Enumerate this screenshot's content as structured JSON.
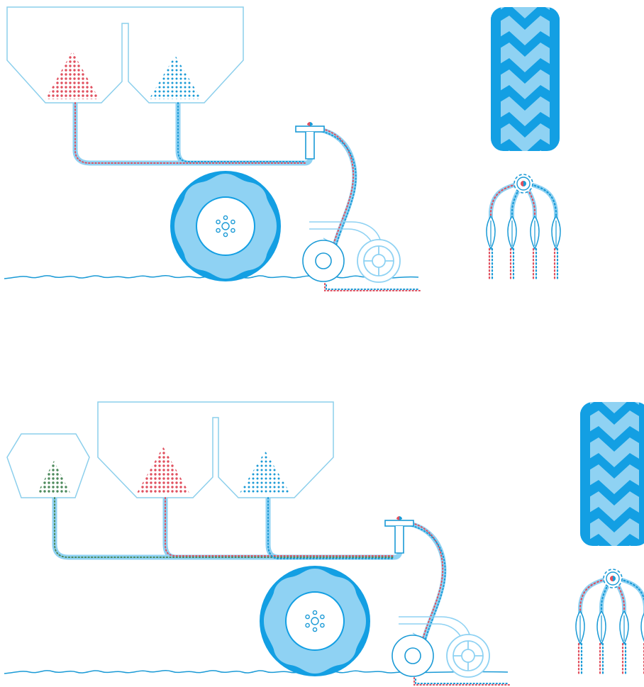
{
  "colors": {
    "line": "#8ccfec",
    "hose": "#8fd2f3",
    "wheel_dark": "#139fe3",
    "wheel_light": "#8fd2f3",
    "tread_light": "#8fd2f3",
    "tread_dark": "#139fe3",
    "seed_red": "#e0505f",
    "seed_blue": "#1a9ad6",
    "seed_green": "#4d8a5c",
    "background": "#ffffff"
  },
  "diagrams": [
    {
      "id": "two-hopper-seeder",
      "hoppers": [
        "seed-red-hopper",
        "seed-blue-hopper"
      ],
      "seed_colors": [
        "seed_red",
        "seed_blue"
      ]
    },
    {
      "id": "three-hopper-seeder",
      "hoppers": [
        "seed-green-hopper",
        "seed-red-hopper",
        "seed-blue-hopper"
      ],
      "seed_colors": [
        "seed_green",
        "seed_red",
        "seed_blue"
      ]
    }
  ],
  "icons": [
    "tire-tread-icon",
    "gear-distributor-icon",
    "coulter-icon",
    "press-wheel-icon",
    "hub-icon"
  ]
}
